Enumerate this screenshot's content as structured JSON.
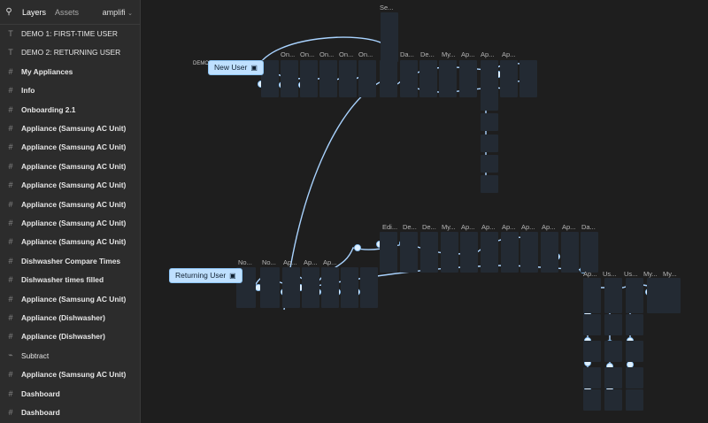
{
  "sidebar": {
    "tabs": [
      "Layers",
      "Assets"
    ],
    "project": "amplifi",
    "layers": [
      {
        "label": "DEMO 1: FIRST-TIME USER",
        "icon": "text-icon",
        "glyph": "T",
        "bold": false
      },
      {
        "label": "DEMO 2: RETURNING USER",
        "icon": "text-icon",
        "glyph": "T",
        "bold": false
      },
      {
        "label": "My Appliances",
        "icon": "frame-icon",
        "glyph": "#",
        "bold": true
      },
      {
        "label": "Info",
        "icon": "frame-icon",
        "glyph": "#",
        "bold": true
      },
      {
        "label": "Onboarding 2.1",
        "icon": "frame-icon",
        "glyph": "#",
        "bold": true
      },
      {
        "label": "Appliance (Samsung AC Unit)",
        "icon": "frame-icon",
        "glyph": "#",
        "bold": true
      },
      {
        "label": "Appliance (Samsung AC Unit)",
        "icon": "frame-icon",
        "glyph": "#",
        "bold": true
      },
      {
        "label": "Appliance (Samsung AC Unit)",
        "icon": "frame-icon",
        "glyph": "#",
        "bold": true
      },
      {
        "label": "Appliance (Samsung AC Unit)",
        "icon": "frame-icon",
        "glyph": "#",
        "bold": true
      },
      {
        "label": "Appliance (Samsung AC Unit)",
        "icon": "frame-icon",
        "glyph": "#",
        "bold": true
      },
      {
        "label": "Appliance (Samsung AC Unit)",
        "icon": "frame-icon",
        "glyph": "#",
        "bold": true
      },
      {
        "label": "Appliance (Samsung AC Unit)",
        "icon": "frame-icon",
        "glyph": "#",
        "bold": true
      },
      {
        "label": "Dishwasher Compare Times",
        "icon": "frame-icon",
        "glyph": "#",
        "bold": true
      },
      {
        "label": "Dishwasher times filled",
        "icon": "frame-icon",
        "glyph": "#",
        "bold": true
      },
      {
        "label": "Appliance (Samsung AC Unit)",
        "icon": "frame-icon",
        "glyph": "#",
        "bold": true
      },
      {
        "label": "Appliance (Dishwasher)",
        "icon": "frame-icon",
        "glyph": "#",
        "bold": true
      },
      {
        "label": "Appliance (Dishwasher)",
        "icon": "frame-icon",
        "glyph": "#",
        "bold": true
      },
      {
        "label": "Subtract",
        "icon": "vector-icon",
        "glyph": "⌁",
        "bold": false
      },
      {
        "label": "Appliance (Samsung AC Unit)",
        "icon": "frame-icon",
        "glyph": "#",
        "bold": true
      },
      {
        "label": "Dashboard",
        "icon": "frame-icon",
        "glyph": "#",
        "bold": true
      },
      {
        "label": "Dashboard",
        "icon": "frame-icon",
        "glyph": "#",
        "bold": true
      }
    ]
  },
  "canvas": {
    "flow_new": {
      "label": "New User",
      "demo": "DEMO"
    },
    "flow_returning": {
      "label": "Returning User"
    },
    "top_labels": [
      "Se...",
      "On...",
      "On...",
      "On...",
      "On...",
      "On...",
      "Da...",
      "De...",
      "My...",
      "Ap...",
      "Ap...",
      "Ap..."
    ],
    "bottom_labels": [
      "No...",
      "No...",
      "Ap...",
      "Ap...",
      "Ap...",
      "Edi...",
      "De...",
      "De...",
      "My...",
      "Ap...",
      "Ap...",
      "Ap...",
      "Ap...",
      "Ap...",
      "Ap...",
      "Da...",
      "Us...",
      "Us...",
      "My...",
      "My...",
      "Ap..."
    ]
  },
  "colors": {
    "wire": "#a9d3ff",
    "pill": "#bfe0ff",
    "frame": "#232a33",
    "canvas": "#1e1e1e"
  }
}
